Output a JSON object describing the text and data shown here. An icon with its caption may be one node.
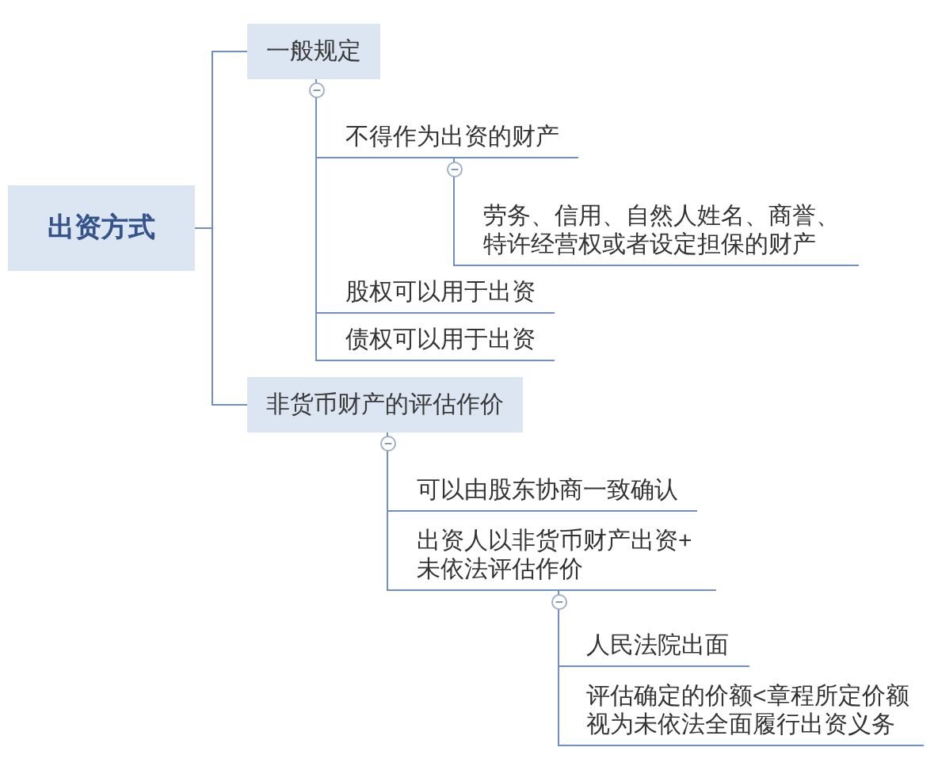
{
  "diagram": {
    "nodes": [
      {
        "text": [
          "出资方式"
        ]
      },
      {
        "text": [
          "一般规定"
        ]
      },
      {
        "text": [
          "不得作为出资的财产"
        ]
      },
      {
        "text": [
          "劳务、信用、自然人姓名、商誉、特许经营权或者设定担保的财产"
        ]
      },
      {
        "text": [
          "股权可以用于出资"
        ]
      },
      {
        "text": [
          "债权可以用于出资"
        ]
      },
      {
        "text": [
          "非货币财产的评估作价"
        ]
      },
      {
        "text": [
          "可以由股东协商一致确认"
        ]
      },
      {
        "text": [
          "出资人以非货币财产出资+未依法评估作价"
        ]
      },
      {
        "text": [
          "人民法院出面"
        ]
      },
      {
        "text": [
          "评估确定的价额<章程所定价额视为未依法全面履行出资义务"
        ]
      }
    ],
    "edges": [
      {
        "from": 0,
        "to": 1,
        "arrow": "none"
      },
      {
        "from": 0,
        "to": 6,
        "arrow": "none"
      },
      {
        "from": 1,
        "to": 2,
        "arrow": "none"
      },
      {
        "from": 2,
        "to": 3,
        "arrow": "none"
      },
      {
        "from": 1,
        "to": 4,
        "arrow": "none"
      },
      {
        "from": 1,
        "to": 5,
        "arrow": "none"
      },
      {
        "from": 6,
        "to": 7,
        "arrow": "none"
      },
      {
        "from": 6,
        "to": 8,
        "arrow": "none"
      },
      {
        "from": 8,
        "to": 9,
        "arrow": "none"
      },
      {
        "from": 8,
        "to": 10,
        "arrow": "none"
      }
    ]
  }
}
